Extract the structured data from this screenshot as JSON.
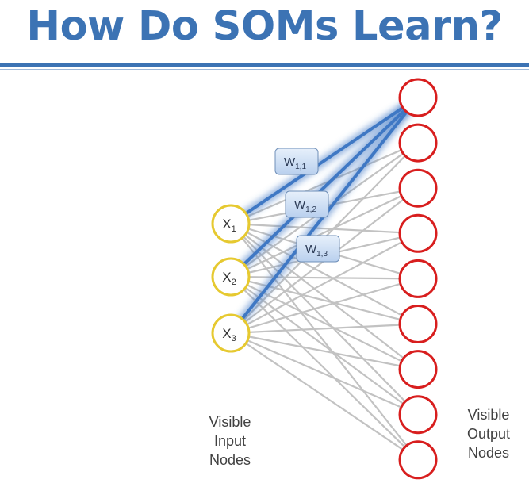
{
  "title": "How Do SOMs Learn?",
  "input_nodes": [
    {
      "name": "X",
      "sub": "1"
    },
    {
      "name": "X",
      "sub": "2"
    },
    {
      "name": "X",
      "sub": "3"
    }
  ],
  "output_node_count": 9,
  "weights": [
    {
      "name": "W",
      "sub": "1,1"
    },
    {
      "name": "W",
      "sub": "1,2"
    },
    {
      "name": "W",
      "sub": "1,3"
    }
  ],
  "input_label": [
    "Visible",
    "Input",
    "Nodes"
  ],
  "output_label": [
    "Visible",
    "Output",
    "Nodes"
  ],
  "colors": {
    "title": "#3c73b4",
    "input_node_stroke": "#e6c930",
    "output_node_stroke": "#d81e1e",
    "connection": "#c2c2c2",
    "highlight": "#3f78c4",
    "weight_box": "#cfe0f5"
  }
}
